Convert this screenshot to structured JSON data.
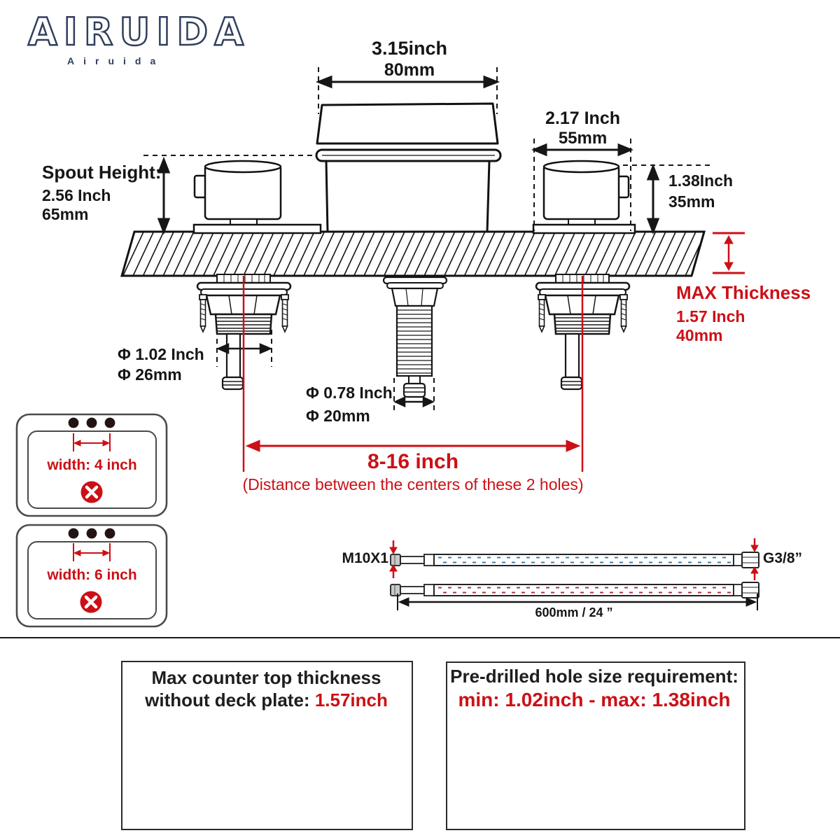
{
  "logo": {
    "brand": "AIRUIDA",
    "sub": "Airuida"
  },
  "dims": {
    "spout_width": {
      "inch": "3.15inch",
      "mm": "80mm"
    },
    "handle_width": {
      "inch": "2.17 Inch",
      "mm": "55mm"
    },
    "spout_height": {
      "label": "Spout Height:",
      "inch": "2.56 Inch",
      "mm": "65mm"
    },
    "handle_height": {
      "inch": "1.38Inch",
      "mm": "35mm"
    },
    "max_thickness": {
      "label": "MAX Thickness",
      "inch": "1.57 Inch",
      "mm": "40mm"
    },
    "side_hole": {
      "inch": "Φ 1.02 Inch",
      "mm": "Φ 26mm"
    },
    "center_hole": {
      "inch": "Φ 0.78 Inch",
      "mm": "Φ 20mm"
    },
    "hole_distance": {
      "value": "8-16 inch",
      "caption": "(Distance between the centers of these 2 holes)"
    }
  },
  "sinks": [
    {
      "label": "width: 4 inch"
    },
    {
      "label": "width: 6 inch"
    }
  ],
  "hose": {
    "left_thread": "M10X1",
    "right_thread": "G3/8”",
    "length": "600mm / 24 ”"
  },
  "notes": {
    "thickness": {
      "line1": "Max counter top thickness",
      "line2_prefix": "without deck plate: ",
      "value": "1.57inch"
    },
    "hole_size": {
      "title": "Pre-drilled hole size requirement:",
      "range": "min: 1.02inch - max: 1.38inch"
    }
  },
  "colors": {
    "accent_red": "#cc1016",
    "brand_navy": "#2f3e5e",
    "hole_gray": "#b9b9b9",
    "hole_dark": "#3f3f3f",
    "hose_cold_blue": "#3e7da6",
    "hose_hot_red": "#a63540"
  }
}
